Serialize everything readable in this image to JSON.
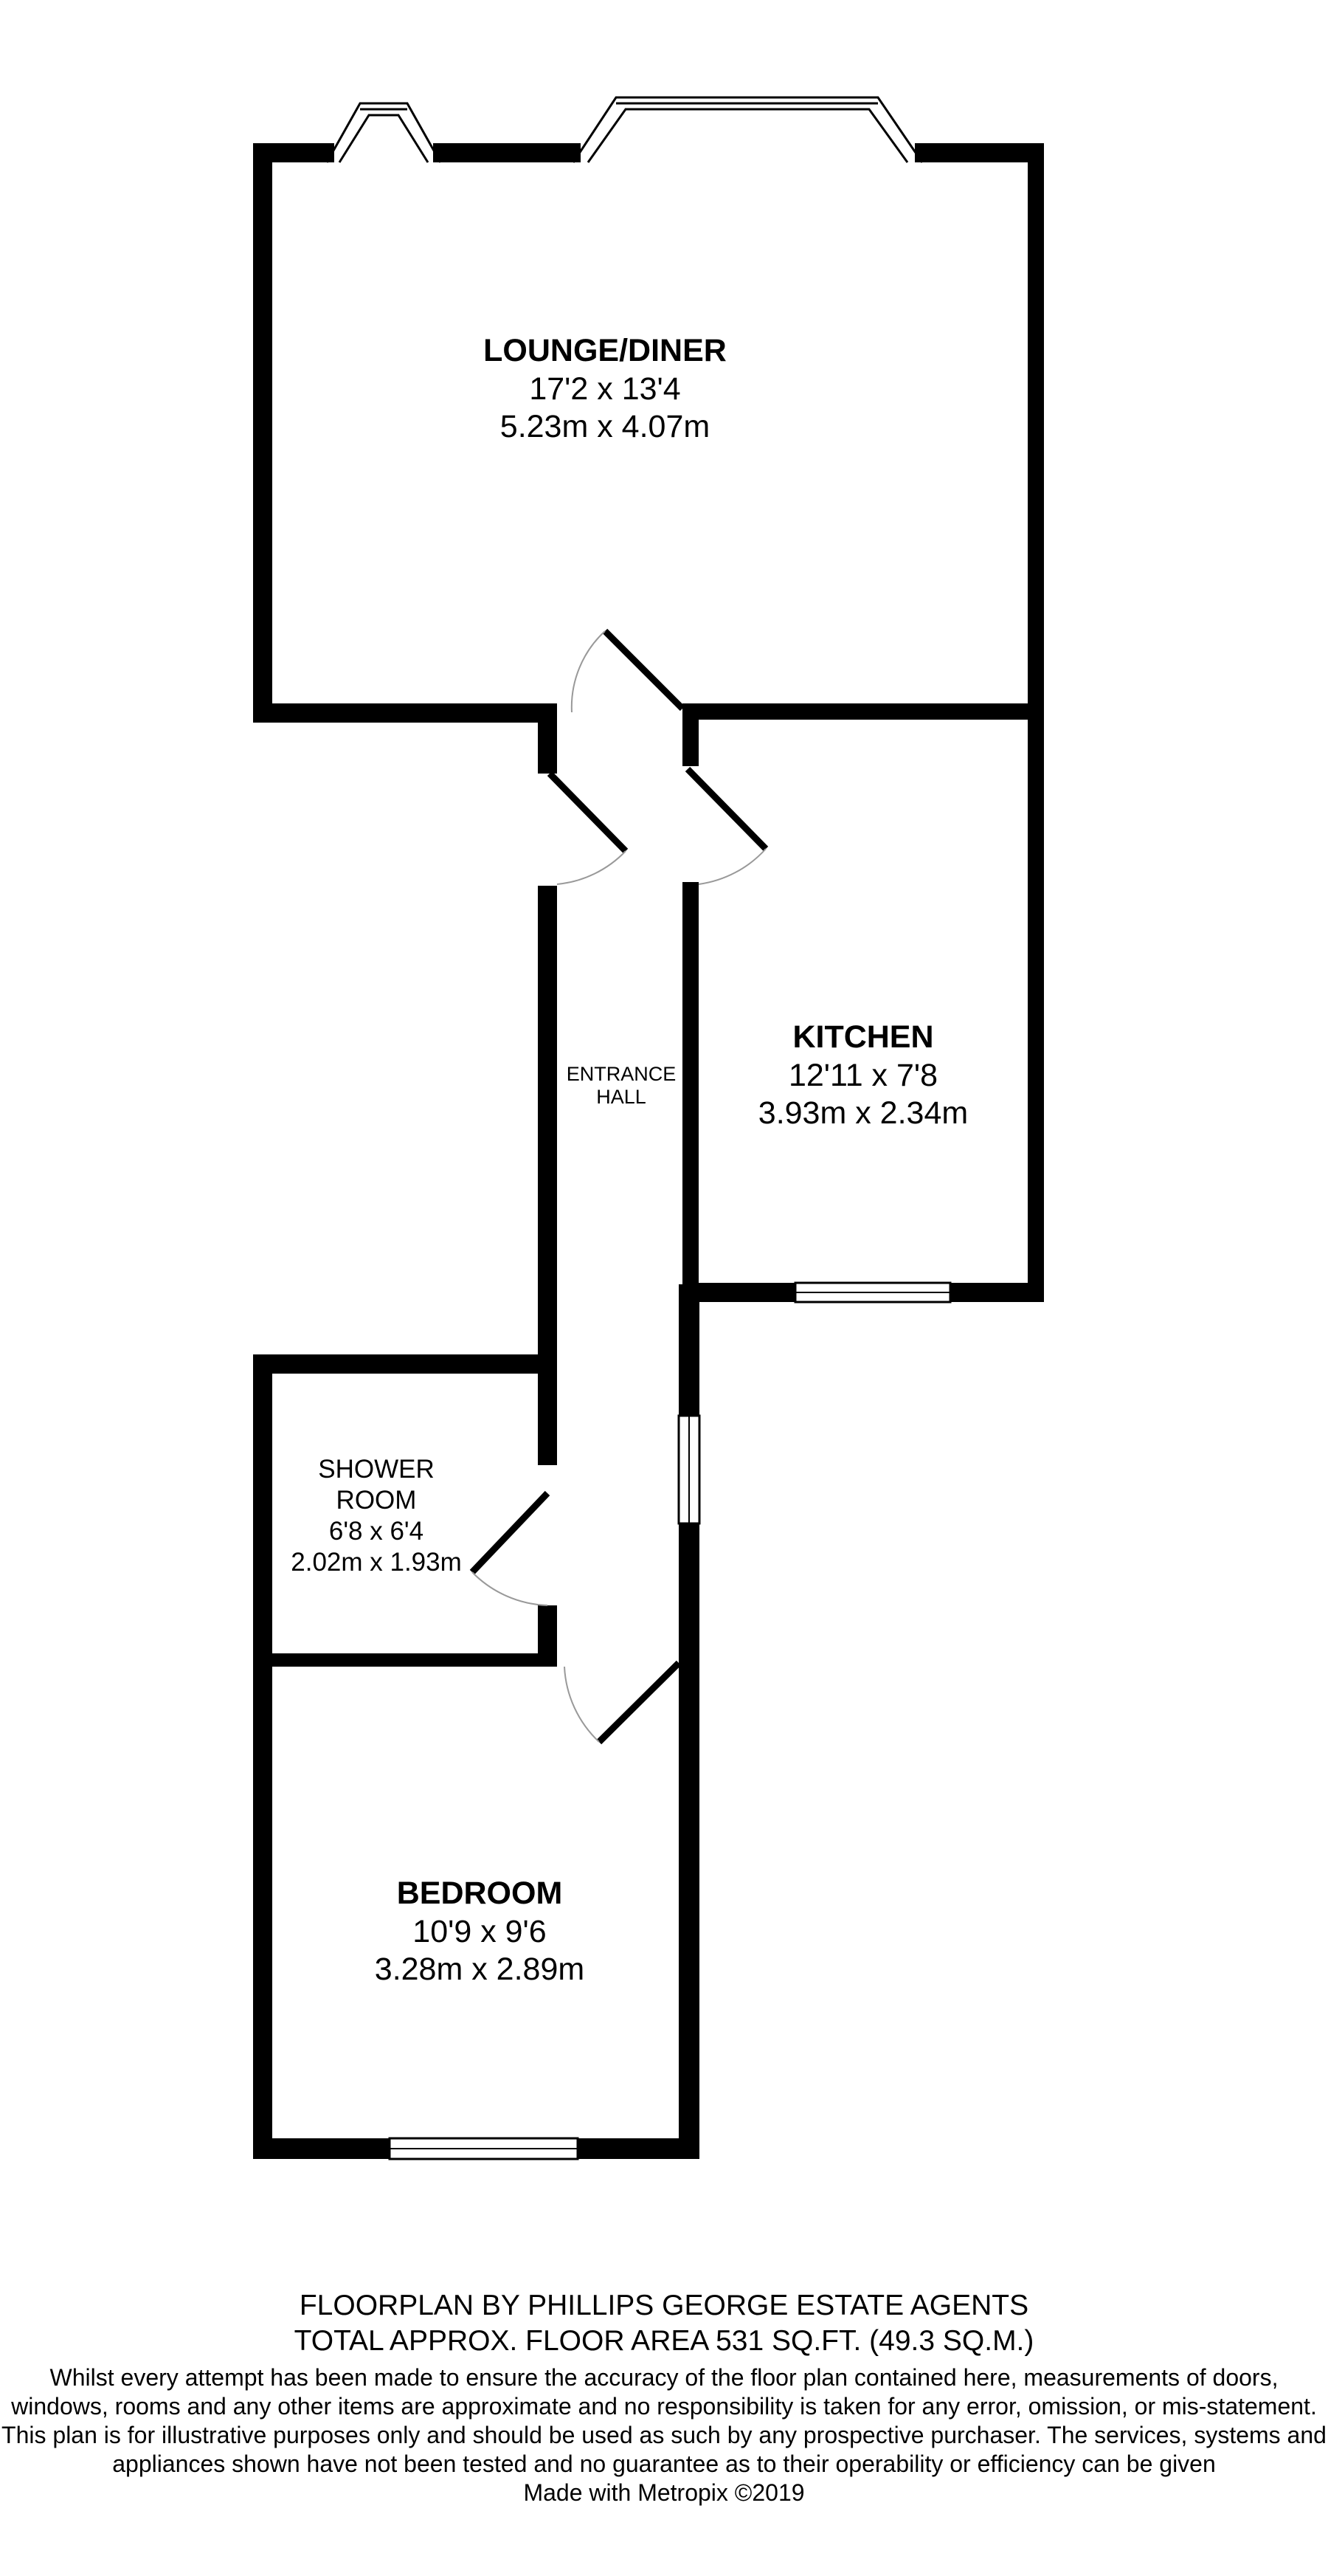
{
  "rooms": {
    "lounge": {
      "name": "LOUNGE/DINER",
      "imperial": "17'2 x 13'4",
      "metric": "5.23m x 4.07m"
    },
    "kitchen": {
      "name": "KITCHEN",
      "imperial": "12'11 x 7'8",
      "metric": "3.93m x 2.34m"
    },
    "shower": {
      "name": "SHOWER",
      "name2": "ROOM",
      "imperial": "6'8 x 6'4",
      "metric": "2.02m x 1.93m"
    },
    "bedroom": {
      "name": "BEDROOM",
      "imperial": "10'9 x 9'6",
      "metric": "3.28m x 2.89m"
    },
    "hall": {
      "line1": "ENTRANCE",
      "line2": "HALL"
    }
  },
  "footer": {
    "agent": "FLOORPLAN BY PHILLIPS GEORGE ESTATE AGENTS",
    "area": "TOTAL APPROX. FLOOR AREA 531 SQ.FT. (49.3 SQ.M.)",
    "disclaimer": "Whilst every attempt has been made to ensure the accuracy of the floor plan contained here, measurements of doors, windows, rooms and any other items are approximate and no responsibility is taken for any error, omission, or mis-statement. This plan is for illustrative purposes only and should be used as such by any prospective purchaser. The services, systems and appliances shown have not been tested and no guarantee as to their operability or efficiency can be given",
    "made_with": "Made with Metropix ©2019"
  },
  "colors": {
    "wall": "#000000",
    "background": "#ffffff",
    "door_arc": "#999999"
  }
}
